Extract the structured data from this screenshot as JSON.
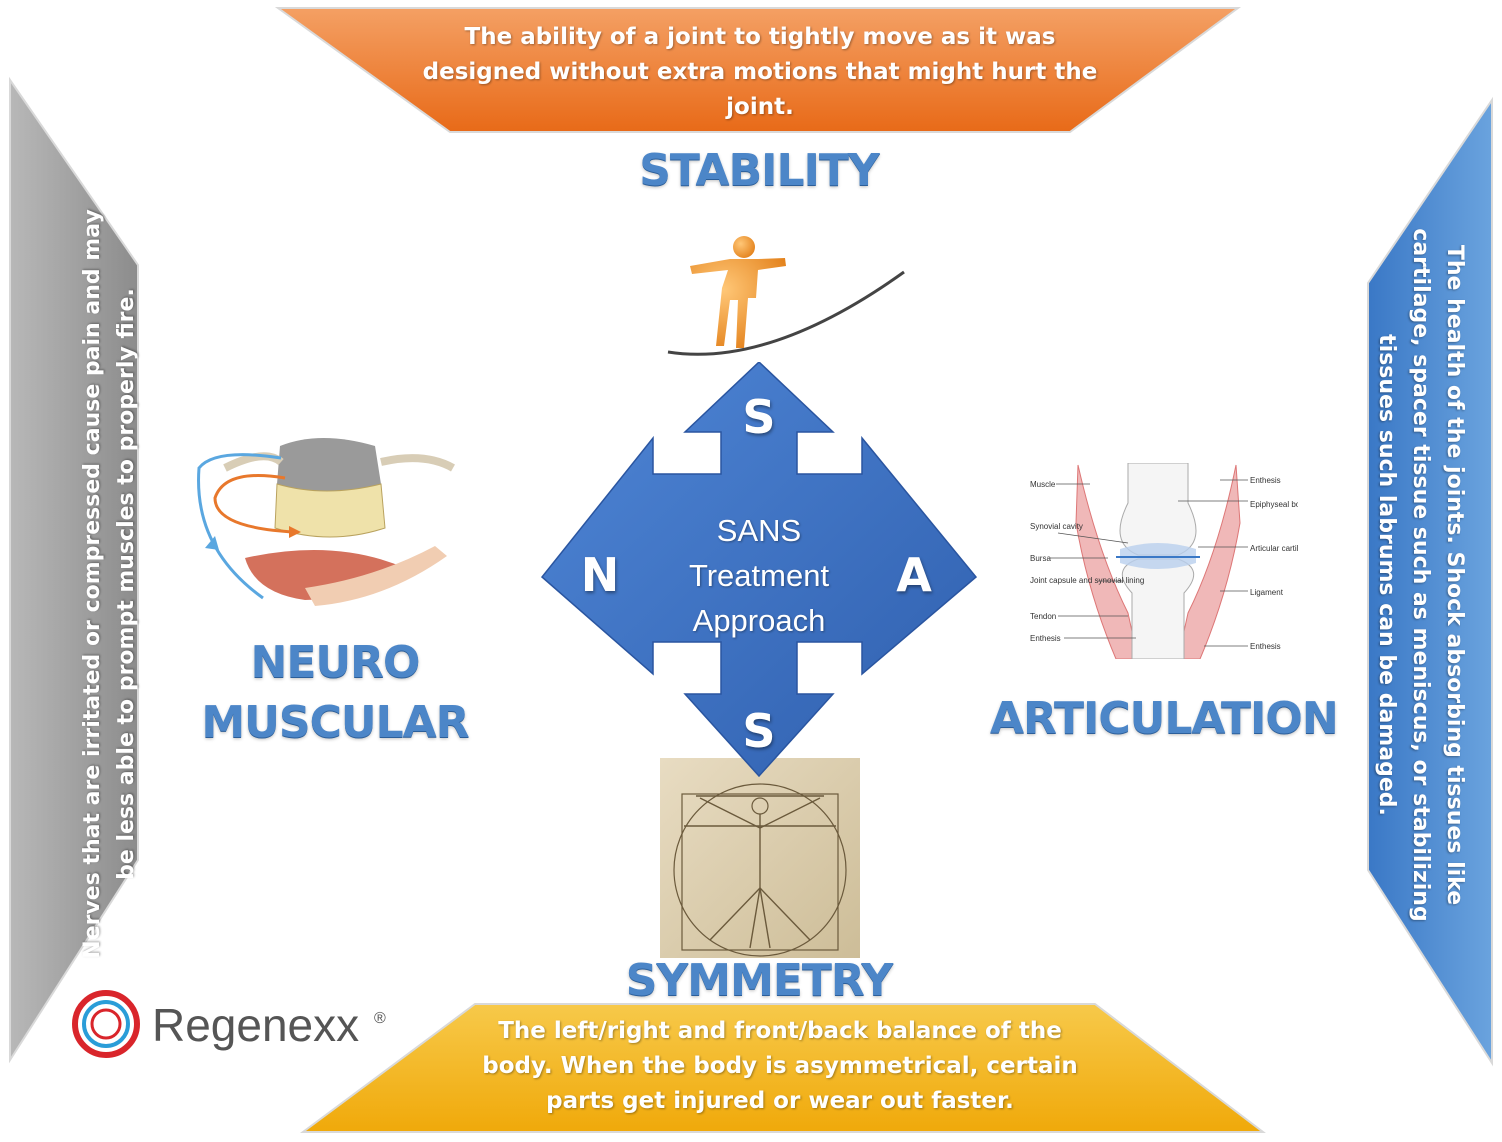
{
  "stability": {
    "label": "STABILITY",
    "description": "The ability of a joint to tightly move as it was designed without extra motions that might hurt the joint.",
    "letter": "S"
  },
  "articulation": {
    "label": "ARTICULATION",
    "description": "The health of the joints. Shock absorbing tissues like cartilage, spacer tissue such as meniscus, or stabilizing tissues such labrums can be damaged.",
    "letter": "A"
  },
  "neuromuscular": {
    "label_line1": "NEURO",
    "label_line2": "MUSCULAR",
    "description": "Nerves that are irritated or compressed cause pain and may be less able to prompt muscles to properly fire.",
    "letter": "N"
  },
  "symmetry": {
    "label": "SYMMETRY",
    "description": "The left/right and front/back balance of the body. When the body is asymmetrical, certain parts get injured or wear out faster.",
    "letter": "S"
  },
  "center": {
    "line1": "SANS",
    "line2": "Treatment",
    "line3": "Approach"
  },
  "joint_diagram": {
    "labels_left": [
      "Muscle",
      "Synovial cavity",
      "Bursa",
      "Joint capsule and synovial lining",
      "Tendon",
      "Enthesis"
    ],
    "labels_right": [
      "Enthesis",
      "Epiphyseal bone",
      "Articular cartilage",
      "Ligament",
      "Enthesis"
    ]
  },
  "logo": {
    "name": "Regenexx",
    "mark": "®"
  },
  "colors": {
    "orange": "#ee7a2c",
    "gold": "#f2b81c",
    "gray": "#9a9a9a",
    "blue_banner": "#4a86cc",
    "arrow_blue": "#3f70c4",
    "label_blue": "#4c86c8"
  }
}
